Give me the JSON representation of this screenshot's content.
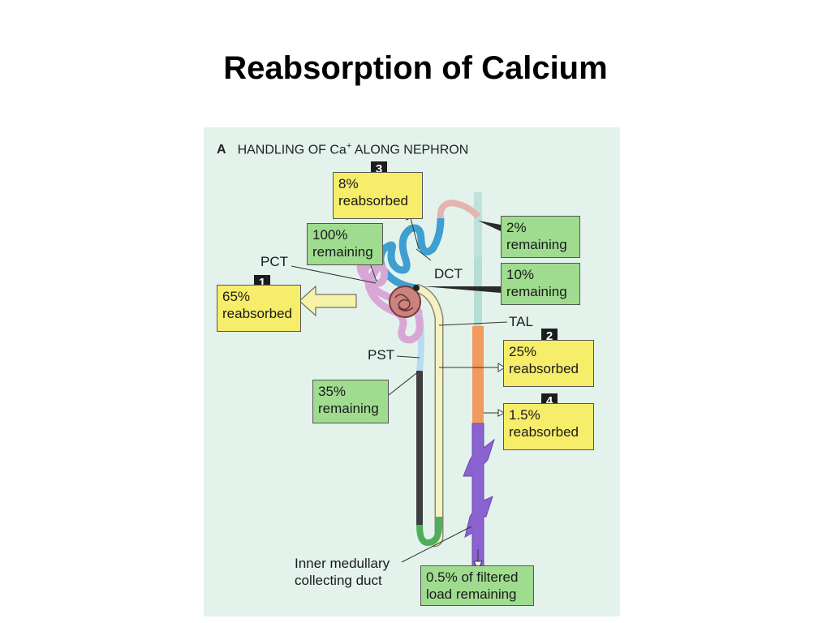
{
  "slide": {
    "title": "Reabsorption of Calcium"
  },
  "figure": {
    "panel_letter": "A",
    "header": "HANDLING OF Ca",
    "header_sup": "+",
    "header_tail": " ALONG NEPHRON",
    "segments": {
      "pct": "PCT",
      "dct": "DCT",
      "tal": "TAL",
      "pst": "PST"
    },
    "duct_label": [
      "Inner medullary",
      "collecting duct"
    ],
    "markers": [
      "1",
      "2",
      "3",
      "4"
    ],
    "yellow_boxes": {
      "b1": [
        "65%",
        "reabsorbed"
      ],
      "b2": [
        "25%",
        "reabsorbed"
      ],
      "b3": [
        "8%",
        "reabsorbed"
      ],
      "b4": [
        "1.5%",
        "reabsorbed"
      ]
    },
    "green_boxes": {
      "g100": [
        "100%",
        "remaining"
      ],
      "g35": [
        "35%",
        "remaining"
      ],
      "g2": [
        "2%",
        "remaining"
      ],
      "g10": [
        "10%",
        "remaining"
      ],
      "final": [
        "0.5% of filtered",
        "load remaining"
      ]
    },
    "colors": {
      "background": "#e3f3ec",
      "yellow_box": "#f6ed6a",
      "green_box": "#9fdc8f",
      "pct_tubule": "#d9a7d6",
      "dct_tubule": "#3f9fd0",
      "tal_tubule": "#f4f1c4",
      "collecting_duct_upper": "#f09a5e",
      "collecting_duct_lower": "#8a63d0"
    }
  }
}
